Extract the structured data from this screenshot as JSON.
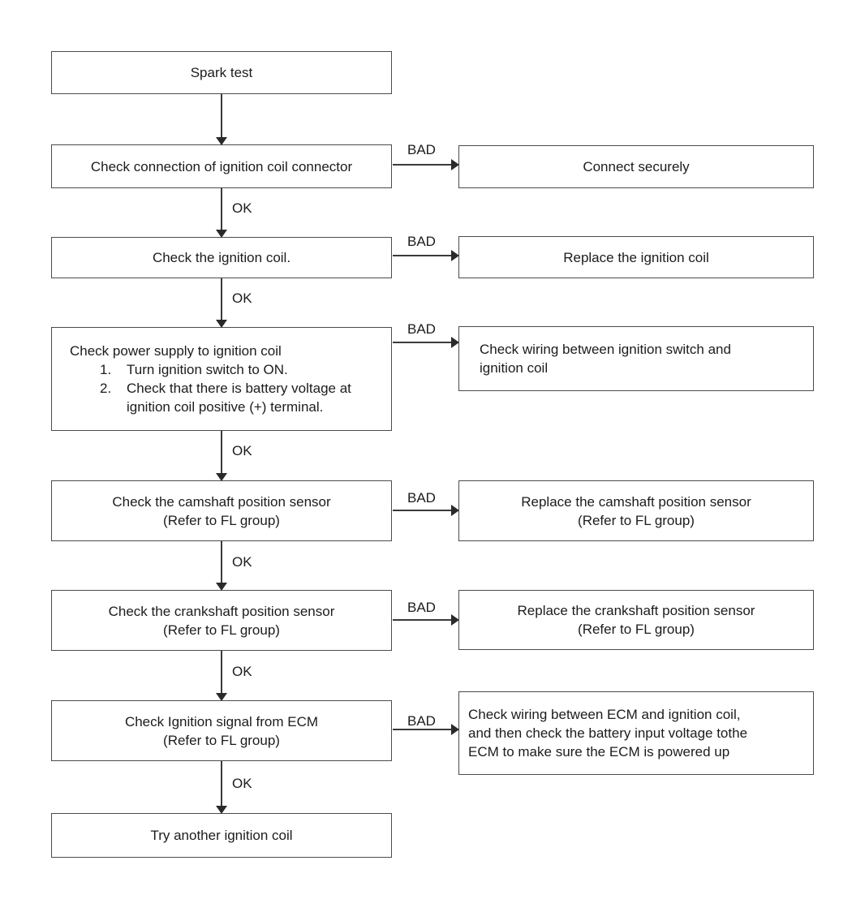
{
  "labels": {
    "ok": "OK",
    "bad": "BAD"
  },
  "colors": {
    "background": "#ffffff",
    "box_border": "#4b4b4b",
    "connector_line": "#3a3a3a",
    "text": "#1c1c1c"
  },
  "flow": {
    "spark_test": "Spark test",
    "check_connection": "Check connection of ignition coil connector",
    "connect_securely": "Connect securely",
    "check_ignition_coil": "Check the ignition coil.",
    "replace_ignition_coil": "Replace the ignition coil",
    "check_power_supply": {
      "line1": "Check power supply to ignition coil",
      "step1_num": "1.",
      "step1": "Turn ignition switch to ON.",
      "step2_num": "2.",
      "step2": "Check that there is battery voltage at ignition coil positive (+) terminal."
    },
    "check_wiring_switch": {
      "line1": "Check wiring between ignition switch and",
      "line2": "ignition coil"
    },
    "check_camshaft": {
      "line1": "Check the camshaft position sensor",
      "line2": "(Refer to FL group)"
    },
    "replace_camshaft": {
      "line1": "Replace the camshaft position sensor",
      "line2": "(Refer to FL group)"
    },
    "check_crankshaft": {
      "line1": "Check the crankshaft position sensor",
      "line2": "(Refer to FL group)"
    },
    "replace_crankshaft": {
      "line1": "Replace the crankshaft position sensor",
      "line2": "(Refer to FL group)"
    },
    "check_ecm_signal": {
      "line1": "Check Ignition signal from ECM",
      "line2": "(Refer to FL group)"
    },
    "check_ecm_wiring": {
      "line1": "Check wiring between ECM and ignition coil,",
      "line2": "and then check the battery input voltage tothe",
      "line3": "ECM to make sure the ECM is powered up"
    },
    "try_another_coil": "Try another ignition coil"
  }
}
